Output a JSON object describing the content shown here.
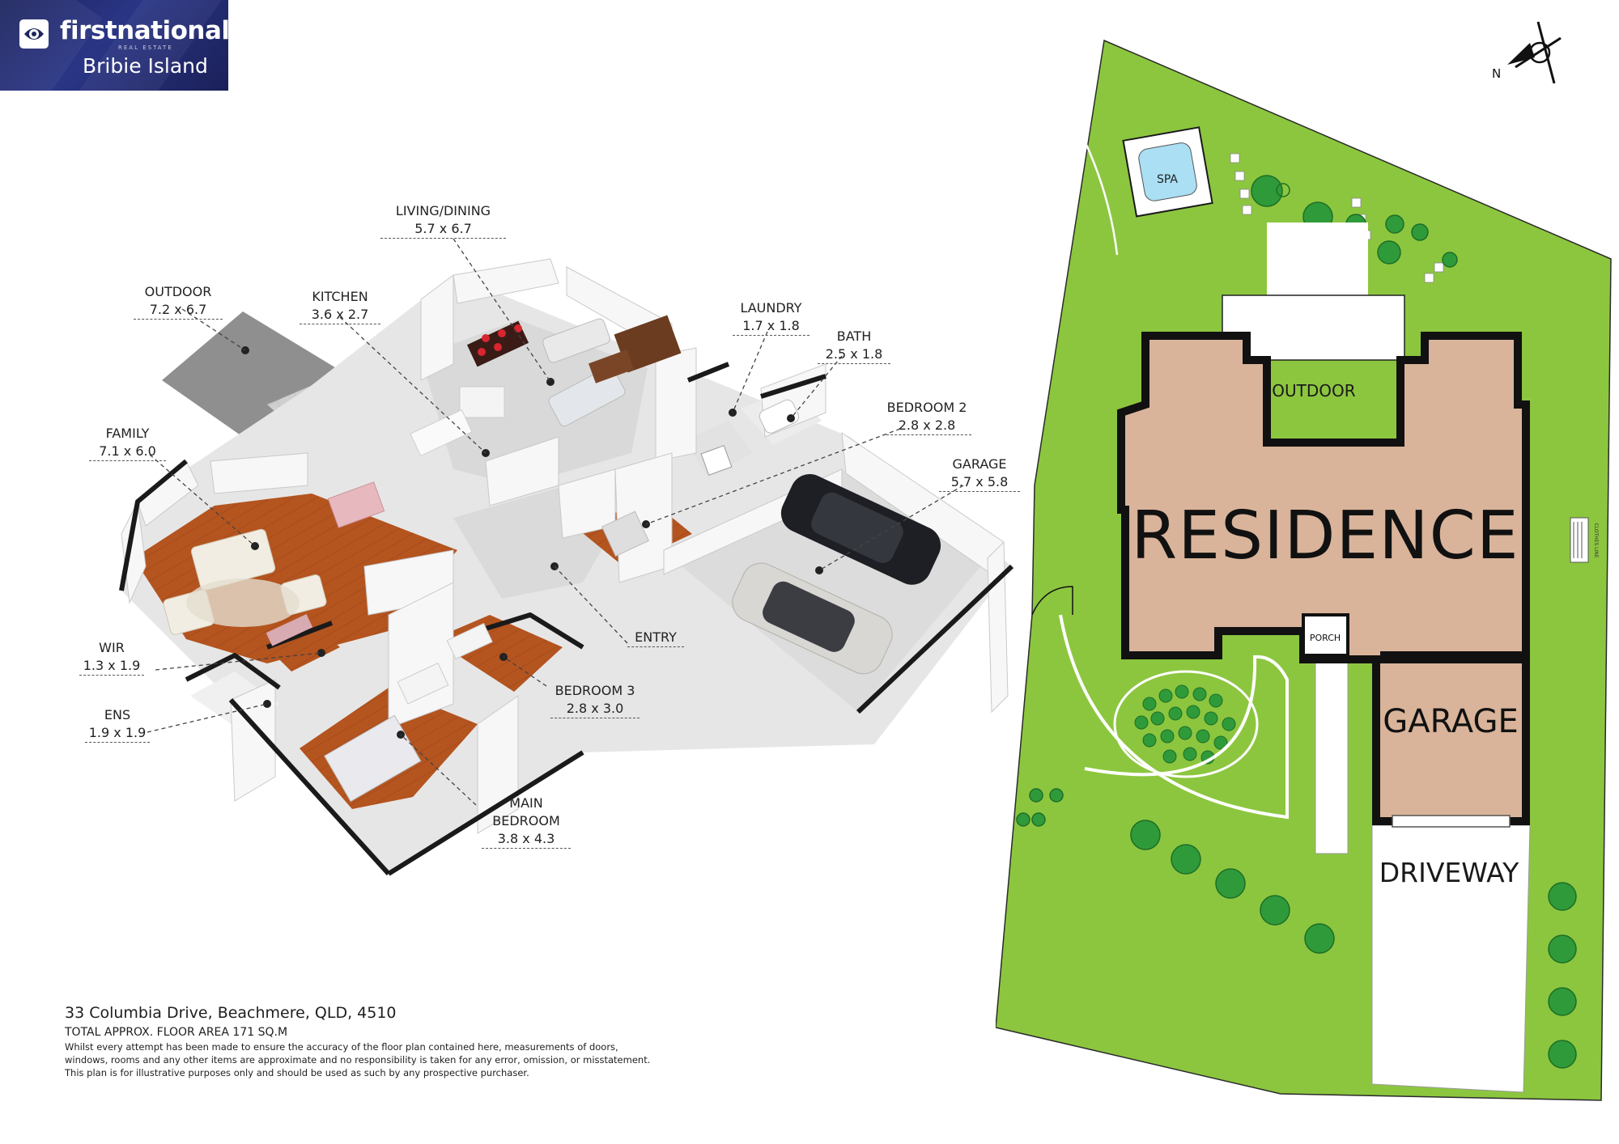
{
  "brand": {
    "name": "firstnational",
    "sub": "REAL ESTATE",
    "office": "Bribie Island"
  },
  "rooms": [
    {
      "id": "living",
      "name": "LIVING/DINING",
      "dim": "5.7 x 6.7"
    },
    {
      "id": "outdoor",
      "name": "OUTDOOR",
      "dim": "7.2 x 6.7"
    },
    {
      "id": "kitchen",
      "name": "KITCHEN",
      "dim": "3.6 x 2.7"
    },
    {
      "id": "laundry",
      "name": "LAUNDRY",
      "dim": "1.7 x 1.8"
    },
    {
      "id": "bath",
      "name": "BATH",
      "dim": "2.5 x 1.8"
    },
    {
      "id": "bed2",
      "name": "BEDROOM 2",
      "dim": "2.8 x 2.8"
    },
    {
      "id": "family",
      "name": "FAMILY",
      "dim": "7.1 x 6.0"
    },
    {
      "id": "garage",
      "name": "GARAGE",
      "dim": "5.7 x 5.8"
    },
    {
      "id": "wir",
      "name": "WIR",
      "dim": "1.3 x 1.9"
    },
    {
      "id": "ens",
      "name": "ENS",
      "dim": "1.9 x 1.9"
    },
    {
      "id": "bed3",
      "name": "BEDROOM 3",
      "dim": "2.8 x 3.0"
    },
    {
      "id": "main",
      "name": "MAIN\nBEDROOM",
      "dim": "3.8 x 4.3"
    }
  ],
  "entry_label": "ENTRY",
  "site": {
    "north": "N",
    "spa": "SPA",
    "outdoor": "OUTDOOR",
    "residence": "RESIDENCE",
    "porch": "PORCH",
    "garage": "GARAGE",
    "driveway": "DRIVEWAY",
    "clothes_line": "CLOTHES LINE"
  },
  "footer": {
    "address": "33 Columbia Drive, Beachmere, QLD, 4510",
    "area": "TOTAL APPROX. FLOOR AREA 171 SQ.M",
    "disclaimer_1": "Whilst every attempt has been made to ensure the accuracy of the floor plan contained here, measurements of doors,",
    "disclaimer_2": "windows, rooms and any other items are approximate and no responsibility is taken for any error, omission, or misstatement.",
    "disclaimer_3": "This plan is for illustrative purposes only and should be used as such by any prospective purchaser."
  },
  "colors": {
    "lawn": "#8cc63f",
    "residence": "#d9b49a",
    "wall": "#111111",
    "floor_wood": "#b4541f",
    "logo_bg": "#1e2660"
  }
}
